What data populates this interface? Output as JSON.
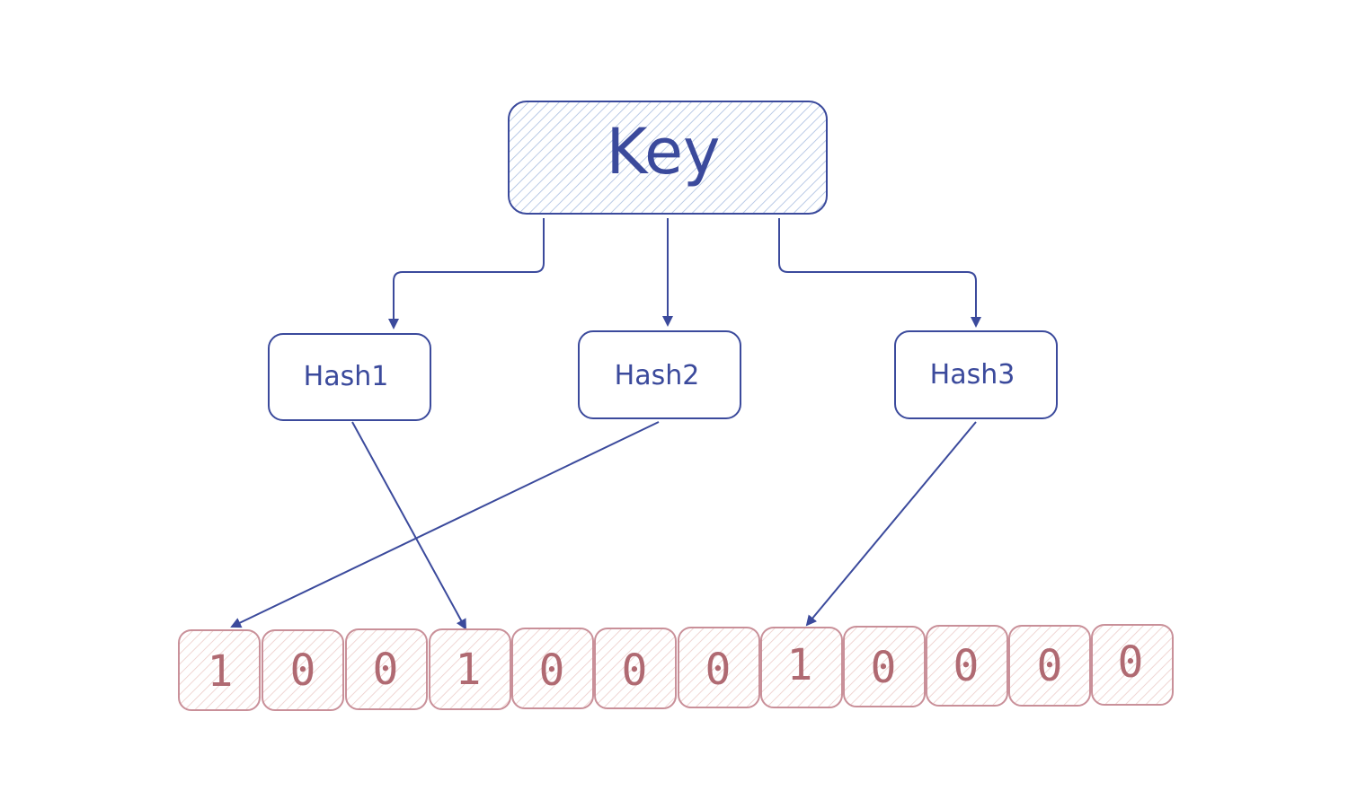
{
  "key": {
    "label": "Key"
  },
  "hashes": [
    {
      "label": "Hash1",
      "target_bit_index": 3
    },
    {
      "label": "Hash2",
      "target_bit_index": 0
    },
    {
      "label": "Hash3",
      "target_bit_index": 7
    }
  ],
  "bits": [
    "1",
    "0",
    "0",
    "1",
    "0",
    "0",
    "0",
    "1",
    "0",
    "0",
    "0",
    "0"
  ],
  "colors": {
    "key_stroke": "#3b4a9c",
    "key_hatch": "#a9bde0",
    "hash_stroke": "#3b4a9c",
    "bit_stroke": "#c99099",
    "bit_hatch": "#ecccc9",
    "bit_text": "#b06a72",
    "arrow": "#3b4a9c"
  }
}
